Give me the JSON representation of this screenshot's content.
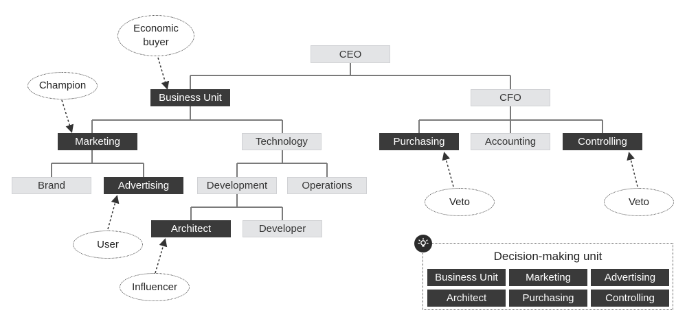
{
  "org": {
    "ceo": "CEO",
    "business_unit": "Business Unit",
    "cfo": "CFO",
    "marketing": "Marketing",
    "technology": "Technology",
    "purchasing": "Purchasing",
    "accounting": "Accounting",
    "controlling": "Controlling",
    "brand": "Brand",
    "advertising": "Advertising",
    "development": "Development",
    "operations": "Operations",
    "architect": "Architect",
    "developer": "Developer"
  },
  "roles": {
    "economic_buyer_line1": "Economic",
    "economic_buyer_line2": "buyer",
    "champion": "Champion",
    "user": "User",
    "influencer": "Influencer",
    "veto_purchasing": "Veto",
    "veto_controlling": "Veto"
  },
  "dmu": {
    "title": "Decision-making unit",
    "items": [
      "Business Unit",
      "Marketing",
      "Advertising",
      "Architect",
      "Purchasing",
      "Controlling"
    ],
    "icon": "lightbulb-icon"
  },
  "colors": {
    "decision_role": "#3a3a3a",
    "other_role": "#e3e4e6",
    "connector": "#7a7a7a"
  }
}
